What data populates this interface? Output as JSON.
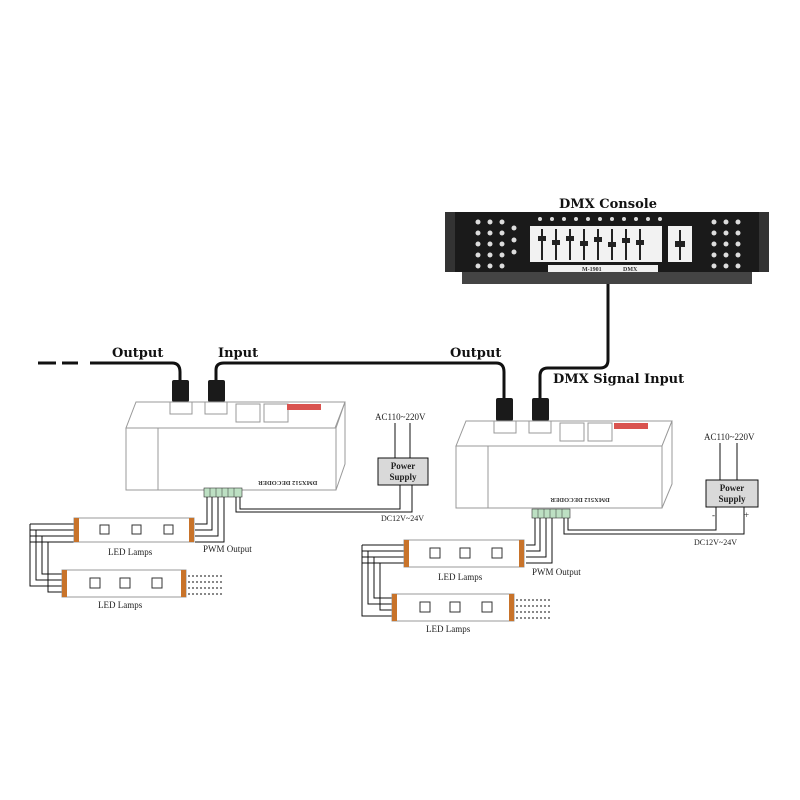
{
  "console": {
    "title": "DMX Console",
    "brand_text": "M-1901",
    "model_text": "DMX"
  },
  "labels": {
    "output_left": "Output",
    "input_left": "Input",
    "output_right": "Output",
    "dmx_signal_input": "DMX Signal Input"
  },
  "decoders": [
    {
      "decoder_label": "DMX512 DECODER",
      "pwm_label": "PWM Output",
      "lamp_labels": [
        "LED Lamps",
        "LED Lamps"
      ],
      "power_supply": {
        "line1": "Power",
        "line2": "Supply",
        "ac_label": "AC110~220V",
        "dc_label": "DC12V~24V",
        "minus": "",
        "plus": ""
      }
    },
    {
      "decoder_label": "DMX512 DECODER",
      "pwm_label": "PWM Output",
      "lamp_labels": [
        "LED Lamps",
        "LED Lamps"
      ],
      "power_supply": {
        "line1": "Power",
        "line2": "Supply",
        "ac_label": "AC110~220V",
        "dc_label": "DC12V~24V",
        "minus": "-",
        "plus": "+"
      }
    }
  ],
  "colors": {
    "wire": "#111111",
    "accent_red": "#d9534f",
    "console_body": "#1a1a1a",
    "lamp_pin": "#c8732a"
  }
}
